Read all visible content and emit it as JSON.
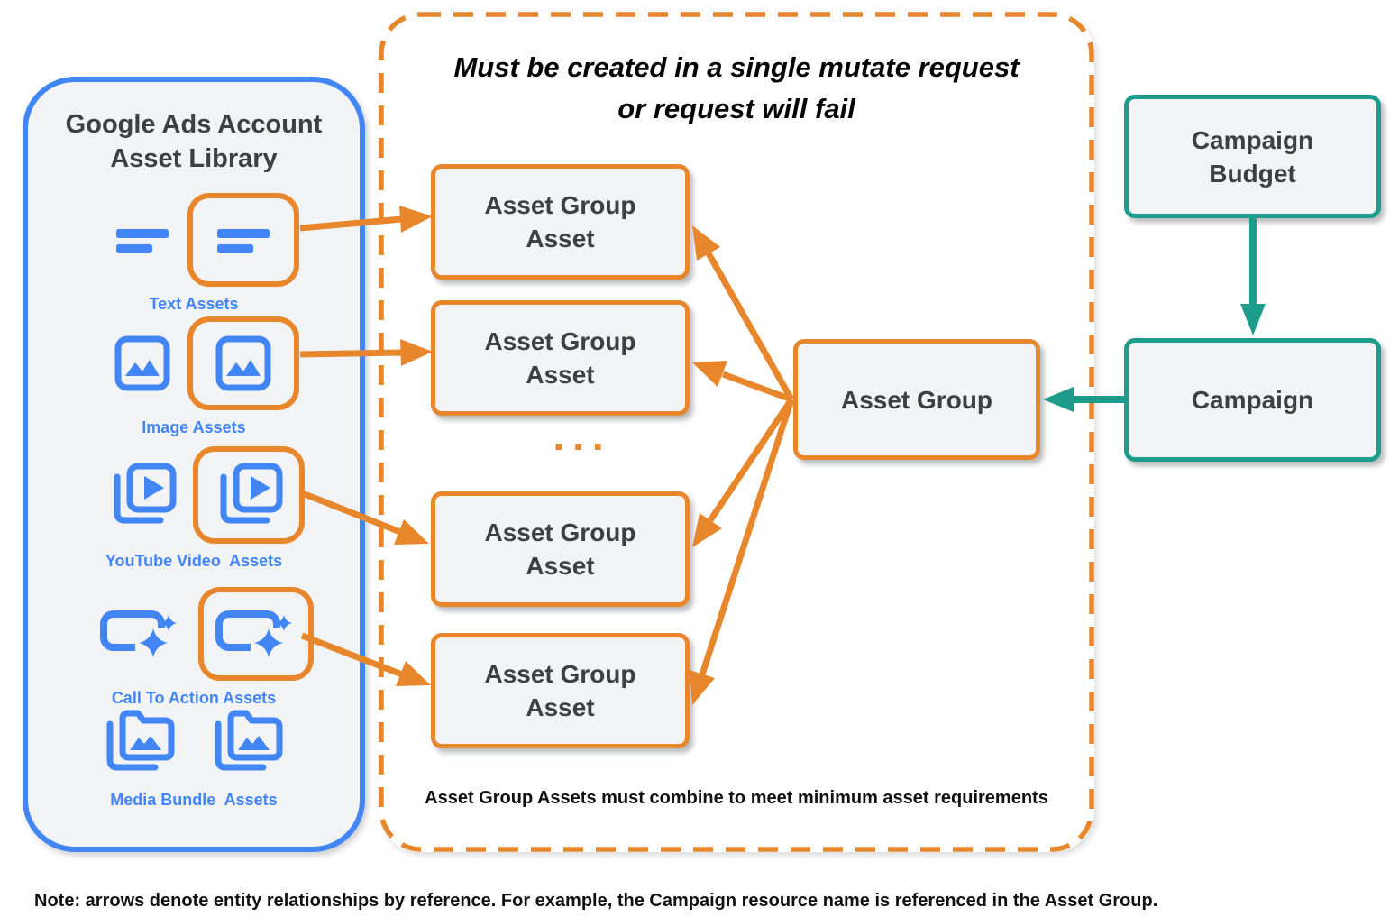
{
  "colors": {
    "blue": "#4285F4",
    "orange": "#E8862C",
    "teal": "#1D9C8B",
    "fill": "#F1F3F4",
    "dark": "#3C4043",
    "black": "#111111"
  },
  "library": {
    "title_line1": "Google Ads Account",
    "title_line2": "Asset Library",
    "assets": [
      {
        "label": "Text Assets",
        "icon": "text-asset-icon"
      },
      {
        "label": "Image Assets",
        "icon": "image-asset-icon"
      },
      {
        "label": "YouTube Video  Assets",
        "icon": "youtube-video-asset-icon"
      },
      {
        "label": "Call To Action Assets",
        "icon": "call-to-action-asset-icon"
      },
      {
        "label": "Media Bundle  Assets",
        "icon": "media-bundle-asset-icon"
      }
    ]
  },
  "mutate_panel": {
    "heading_line1": "Must be created in a single mutate request",
    "heading_line2": "or request will fail",
    "asset_group_asset_boxes": [
      "Asset Group Asset",
      "Asset Group Asset",
      "Asset Group Asset",
      "Asset Group Asset"
    ],
    "ellipsis": "...",
    "asset_group_label": "Asset Group",
    "footnote": "Asset Group Assets must combine to meet minimum asset requirements"
  },
  "campaign": {
    "budget_label": "Campaign Budget",
    "campaign_label": "Campaign"
  },
  "note": "Note: arrows denote entity relationships by reference. For example, the Campaign resource name is referenced in the Asset Group."
}
